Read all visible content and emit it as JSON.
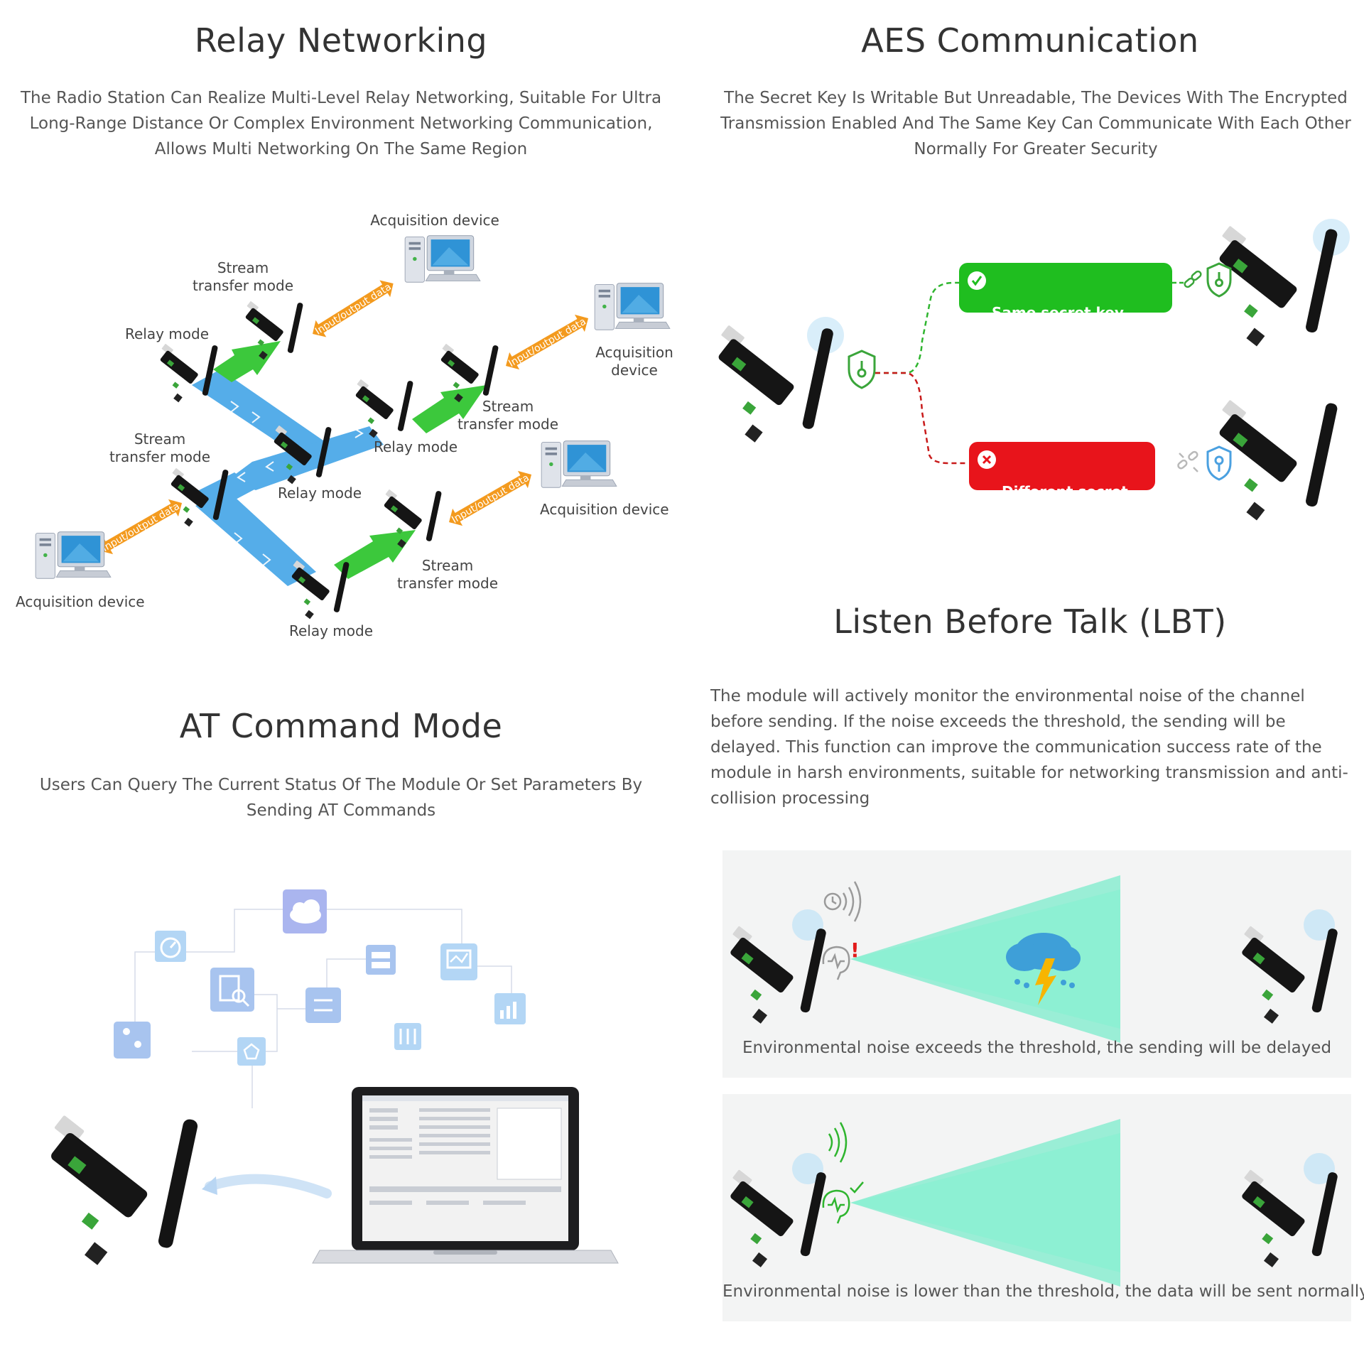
{
  "relay": {
    "title": "Relay Networking",
    "desc": "The Radio Station Can Realize Multi-Level Relay Networking, Suitable For Ultra Long-Range Distance Or Complex Environment Networking Communication, Allows Multi Networking On The Same Region",
    "labels": {
      "acq_top": "Acquisition device",
      "stream_top": "Stream\ntransfer mode",
      "relay_left": "Relay mode",
      "acq_right_1": "Acquisition\ndevice",
      "stream_mid": "Stream\ntransfer mode",
      "relay_mid": "Relay mode",
      "stream_left": "Stream\ntransfer mode",
      "relay_center": "Relay mode",
      "acq_right_2": "Acquisition device",
      "acq_left": "Acquisition device",
      "stream_bottom": "Stream\ntransfer mode",
      "relay_bottom": "Relay mode"
    },
    "io_label": "Input/output data"
  },
  "aes": {
    "title": "AES Communication",
    "desc": "The Secret Key Is Writable But Unreadable, The Devices With The Encrypted Transmission Enabled And The Same Key Can Communicate With Each Other Normally For Greater Security",
    "same_key": "Same secret key,\ncommunication normally",
    "diff_key": "Different secret key,\ncannot communicate",
    "colors": {
      "ok": "#1fbe1f",
      "fail": "#e8141b"
    }
  },
  "lbt": {
    "title": "Listen Before Talk (LBT)",
    "desc": "The module will actively monitor the environmental noise of the channel before sending. If the noise exceeds the threshold, the sending will be delayed. This function can improve the communication success rate of the module in harsh environments, suitable for networking transmission and anti-collision processing",
    "caption_delayed": "Environmental noise exceeds the threshold, the sending will be delayed",
    "caption_normal": "Environmental noise is lower than the threshold, the data will be sent normally"
  },
  "at": {
    "title": "AT Command Mode",
    "desc": "Users Can Query The Current Status Of The Module Or Set Parameters By Sending AT Commands"
  }
}
